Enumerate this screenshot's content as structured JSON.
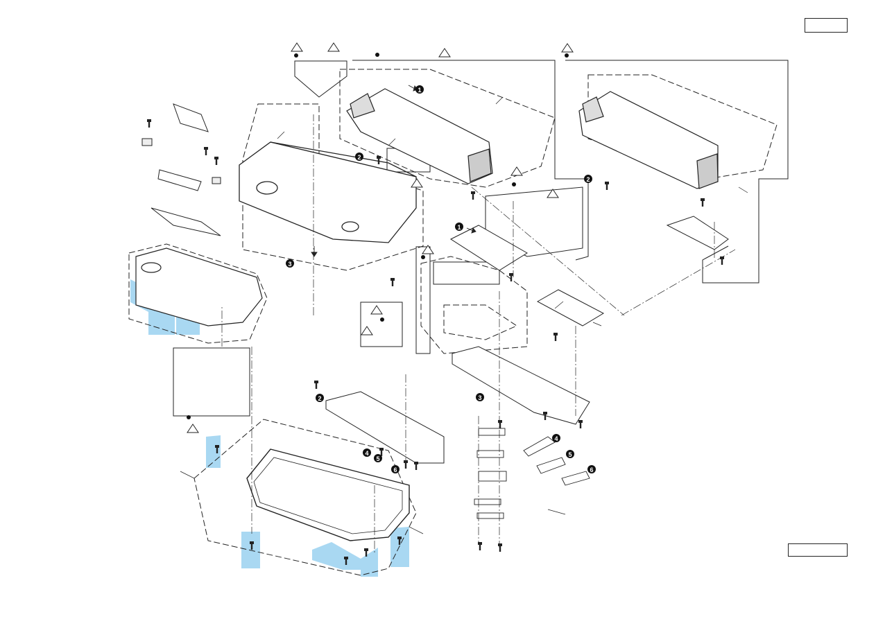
{
  "diagram": {
    "callout_numbers": [
      "1",
      "2",
      "3",
      "4",
      "5",
      "6"
    ],
    "colors": {
      "line": "#222222",
      "highlight": "#a9d8f2",
      "callout_fill": "#111111",
      "callout_text": "#ffffff"
    },
    "icons": [
      "safety-triangle-icon",
      "dot-marker-icon",
      "screw-icon"
    ]
  }
}
